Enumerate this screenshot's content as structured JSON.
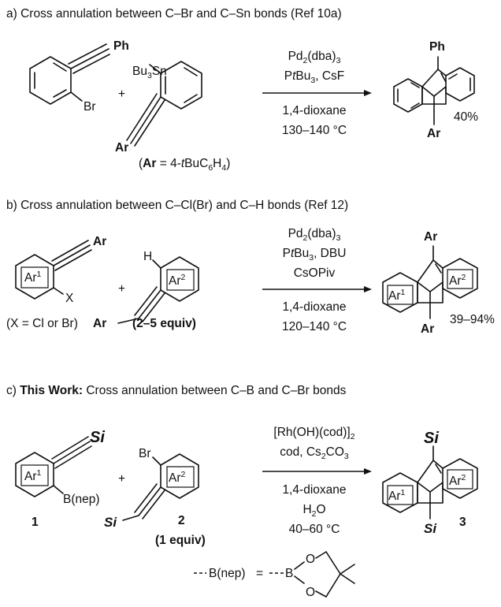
{
  "panel_a": {
    "title": "a) Cross annulation between C–Br and C–Sn bonds (Ref 10a)",
    "r1_alkyne_sub": "Ph",
    "r1_halide": "Br",
    "plus": "+",
    "r2_stannyl": "Bu3Sn",
    "r2_alkyne_sub": "Ar",
    "ar_def": "(Ar = 4-tBuC6H4)",
    "conditions_above": [
      "Pd2(dba)3",
      "PtBu3, CsF"
    ],
    "conditions_below": [
      "1,4-dioxane",
      "130–140 °C"
    ],
    "prod_top": "Ph",
    "prod_bottom": "Ar",
    "yield": "40%"
  },
  "panel_b": {
    "title": "b) Cross annulation between C–Cl(Br) and C–H bonds (Ref 12)",
    "r1_alkyne_sub": "Ar",
    "r1_ring": "Ar1",
    "r1_halide": "X",
    "x_def": "(X = Cl or Br)",
    "plus": "+",
    "r2_h": "H",
    "r2_ring": "Ar2",
    "r2_alkyne_sub": "Ar",
    "equiv": "(2–5 equiv)",
    "conditions_above": [
      "Pd2(dba)3",
      "PtBu3, DBU",
      "CsOPiv"
    ],
    "conditions_below": [
      "1,4-dioxane",
      "120–140 °C"
    ],
    "prod_top": "Ar",
    "prod_bottom": "Ar",
    "prod_ring1": "Ar1",
    "prod_ring2": "Ar2",
    "yield": "39–94%"
  },
  "panel_c": {
    "title_bold": "This Work:",
    "title_prefix": "c) ",
    "title_rest": " Cross annulation between C–B and C–Br bonds",
    "r1_alkyne_sub": "Si",
    "r1_ring": "Ar1",
    "r1_boron": "B(nep)",
    "r1_num": "1",
    "plus": "+",
    "r2_br": "Br",
    "r2_ring": "Ar2",
    "r2_alkyne_sub": "Si",
    "r2_num": "2",
    "equiv": "(1 equiv)",
    "conditions_above": [
      "[Rh(OH)(cod)]2",
      "cod, Cs2CO3"
    ],
    "conditions_below": [
      "1,4-dioxane",
      "H2O",
      "40–60 °C"
    ],
    "prod_top": "Si",
    "prod_bottom": "Si",
    "prod_ring1": "Ar1",
    "prod_ring2": "Ar2",
    "prod_num": "3",
    "nep_lhs": "B(nep)",
    "nep_eq": "=",
    "nep_b": "B",
    "nep_o": "O"
  }
}
